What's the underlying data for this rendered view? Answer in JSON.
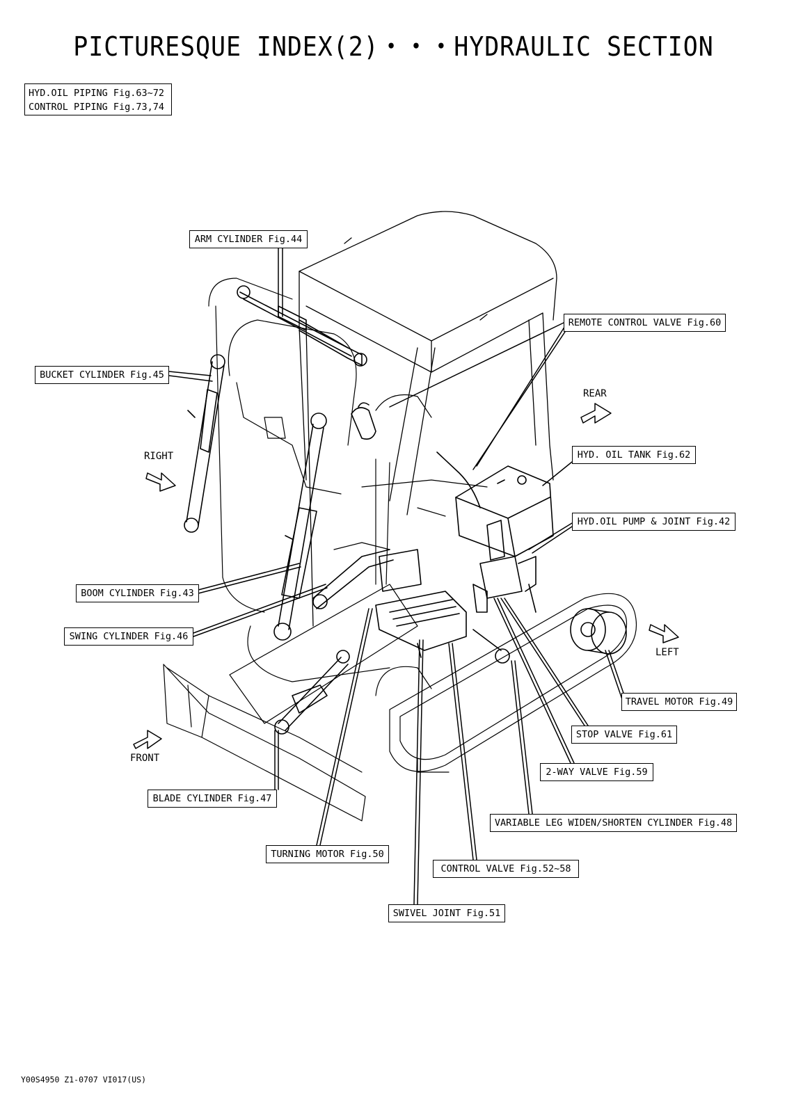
{
  "title": "PICTURESQUE INDEX(2)・・・HYDRAULIC SECTION",
  "info": {
    "line1": "HYD.OIL PIPING Fig.63~72",
    "line2": "CONTROL PIPING Fig.73,74"
  },
  "labels": {
    "arm_cylinder": "ARM CYLINDER Fig.44",
    "bucket_cylinder": "BUCKET CYLINDER Fig.45",
    "remote_control_valve": "REMOTE CONTROL VALVE Fig.60",
    "hyd_oil_tank": "HYD. OIL TANK Fig.62",
    "hyd_oil_pump": "HYD.OIL PUMP & JOINT Fig.42",
    "boom_cylinder": "BOOM CYLINDER Fig.43",
    "swing_cylinder": "SWING CYLINDER Fig.46",
    "travel_motor": "TRAVEL MOTOR Fig.49",
    "stop_valve": "STOP VALVE Fig.61",
    "two_way_valve": "2-WAY VALVE Fig.59",
    "variable_leg": "VARIABLE LEG WIDEN/SHORTEN CYLINDER Fig.48",
    "blade_cylinder": "BLADE CYLINDER Fig.47",
    "turning_motor": "TURNING MOTOR Fig.50",
    "control_valve": "CONTROL VALVE Fig.52~58",
    "swivel_joint": "SWIVEL JOINT Fig.51"
  },
  "directions": {
    "rear": "REAR",
    "right": "RIGHT",
    "left": "LEFT",
    "front": "FRONT"
  },
  "footer": "Y00S4950 Z1-0707 VI017(US)"
}
